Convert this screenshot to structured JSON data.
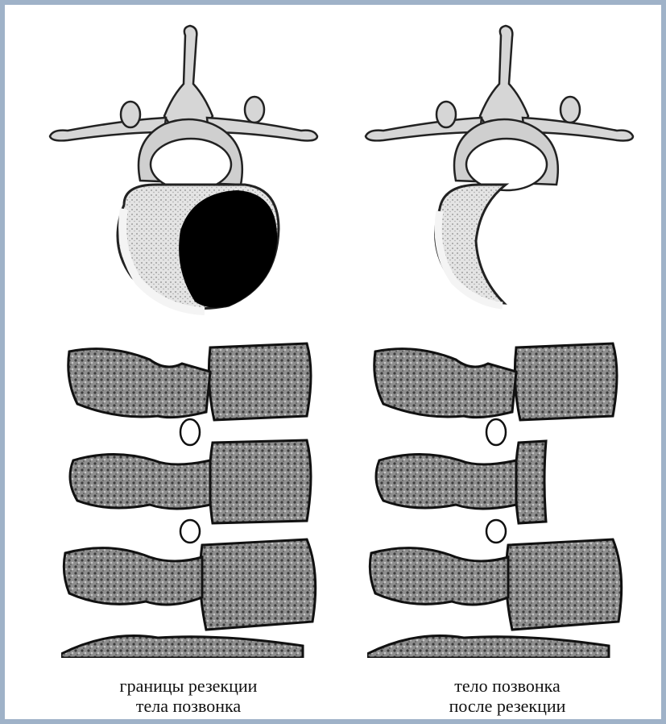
{
  "captions": {
    "left": {
      "line1": "границы резекции",
      "line2": "тела позвонка"
    },
    "right": {
      "line1": "тело позвонка",
      "line2": "после резекции"
    }
  },
  "illustrations": {
    "top_left": "vertebra-axial-with-resection-zone",
    "top_right": "vertebra-axial-after-resection",
    "bottom_left": "lumbar-spine-lateral-intact",
    "bottom_right": "lumbar-spine-lateral-after-resection"
  },
  "colors": {
    "frame": "#9fb2c8",
    "bone_fill": "#d9d9d9",
    "bone_shade": "#7a7a7a",
    "bone_dark": "#333333",
    "resection_zone": "#000000"
  }
}
